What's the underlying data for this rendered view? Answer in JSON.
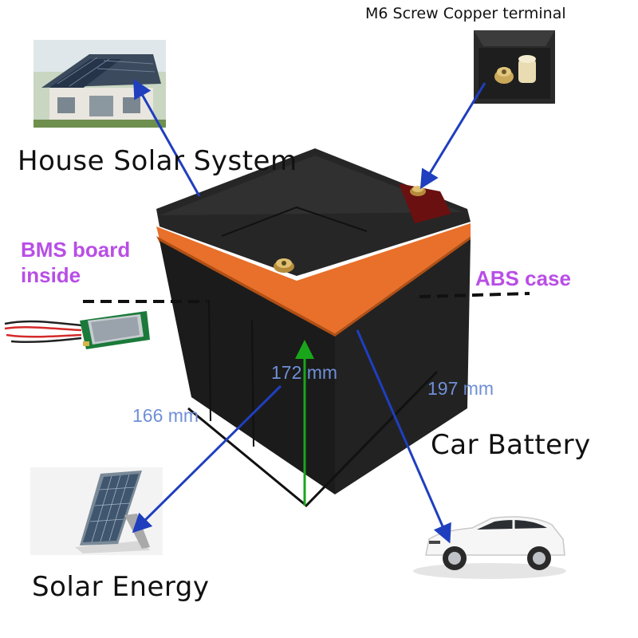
{
  "labels": {
    "terminal": "M6 Screw Copper terminal",
    "house_solar": "House Solar System",
    "bms_line1": "BMS board",
    "bms_line2": "inside",
    "abs_case": "ABS case",
    "height": "172 mm",
    "width": "197 mm",
    "depth": "166 mm",
    "car_battery": "Car Battery",
    "solar_energy": "Solar Energy"
  },
  "colors": {
    "pointer_arrow": "#1f3fbf",
    "height_arrow": "#1aa61a",
    "dimension_text": "#6f8fd6",
    "callout_text": "#b84ee6",
    "battery_body": "#1b1b1b",
    "battery_band": "#e8702a"
  },
  "images": {
    "house": "house-with-rooftop-solar-panels",
    "terminal": "copper-screw-terminal",
    "bms": "bms-circuit-board",
    "panel": "solar-panel-on-stand",
    "car": "white-suv-car",
    "battery": "black-lithium-battery-box"
  }
}
